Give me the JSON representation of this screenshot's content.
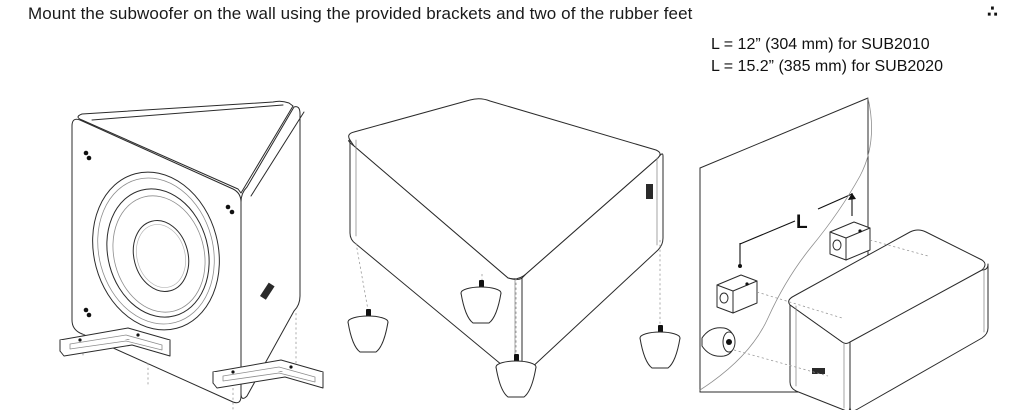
{
  "page": {
    "background": "#ffffff",
    "line_color": "#2b2b2b",
    "corner_glyph": "∴"
  },
  "heading": {
    "text": "Mount the subwoofer on the wall using the provided brackets and two of the rubber feet"
  },
  "callouts": {
    "lines": [
      "L = 12” (304 mm) for SUB2010",
      "L = 15.2” (385 mm) for SUB2020"
    ],
    "line_1": "L = 12” (304 mm) for SUB2010",
    "line_2": "L = 15.2” (385 mm) for SUB2020"
  },
  "figures": [
    {
      "id": "figure-upright-subwoofer",
      "caption": "Subwoofer standing upright with two rubber foot rails below",
      "parts": [
        "subwoofer-cabinet",
        "driver-cone",
        "corner-screws",
        "brand-logo",
        "rubber-foot-rail-left",
        "rubber-foot-rail-right",
        "alignment-dashed-lines"
      ]
    },
    {
      "id": "figure-flat-subwoofer",
      "caption": "Subwoofer lying flat with four cone rubber feet below",
      "parts": [
        "subwoofer-cabinet",
        "brand-logo",
        "cone-foot-1",
        "cone-foot-2",
        "cone-foot-3",
        "cone-foot-4",
        "alignment-dashed-lines"
      ]
    },
    {
      "id": "figure-wall-mount",
      "caption": "Subwoofer mounted on wall with two brackets, dimension L and a rubber foot",
      "parts": [
        "wall-panel",
        "wall-bracket-upper",
        "wall-bracket-lower",
        "dimension-L",
        "rubber-foot",
        "cable",
        "subwoofer-cabinet",
        "brand-logo"
      ]
    }
  ],
  "dimension": {
    "label": "L"
  }
}
